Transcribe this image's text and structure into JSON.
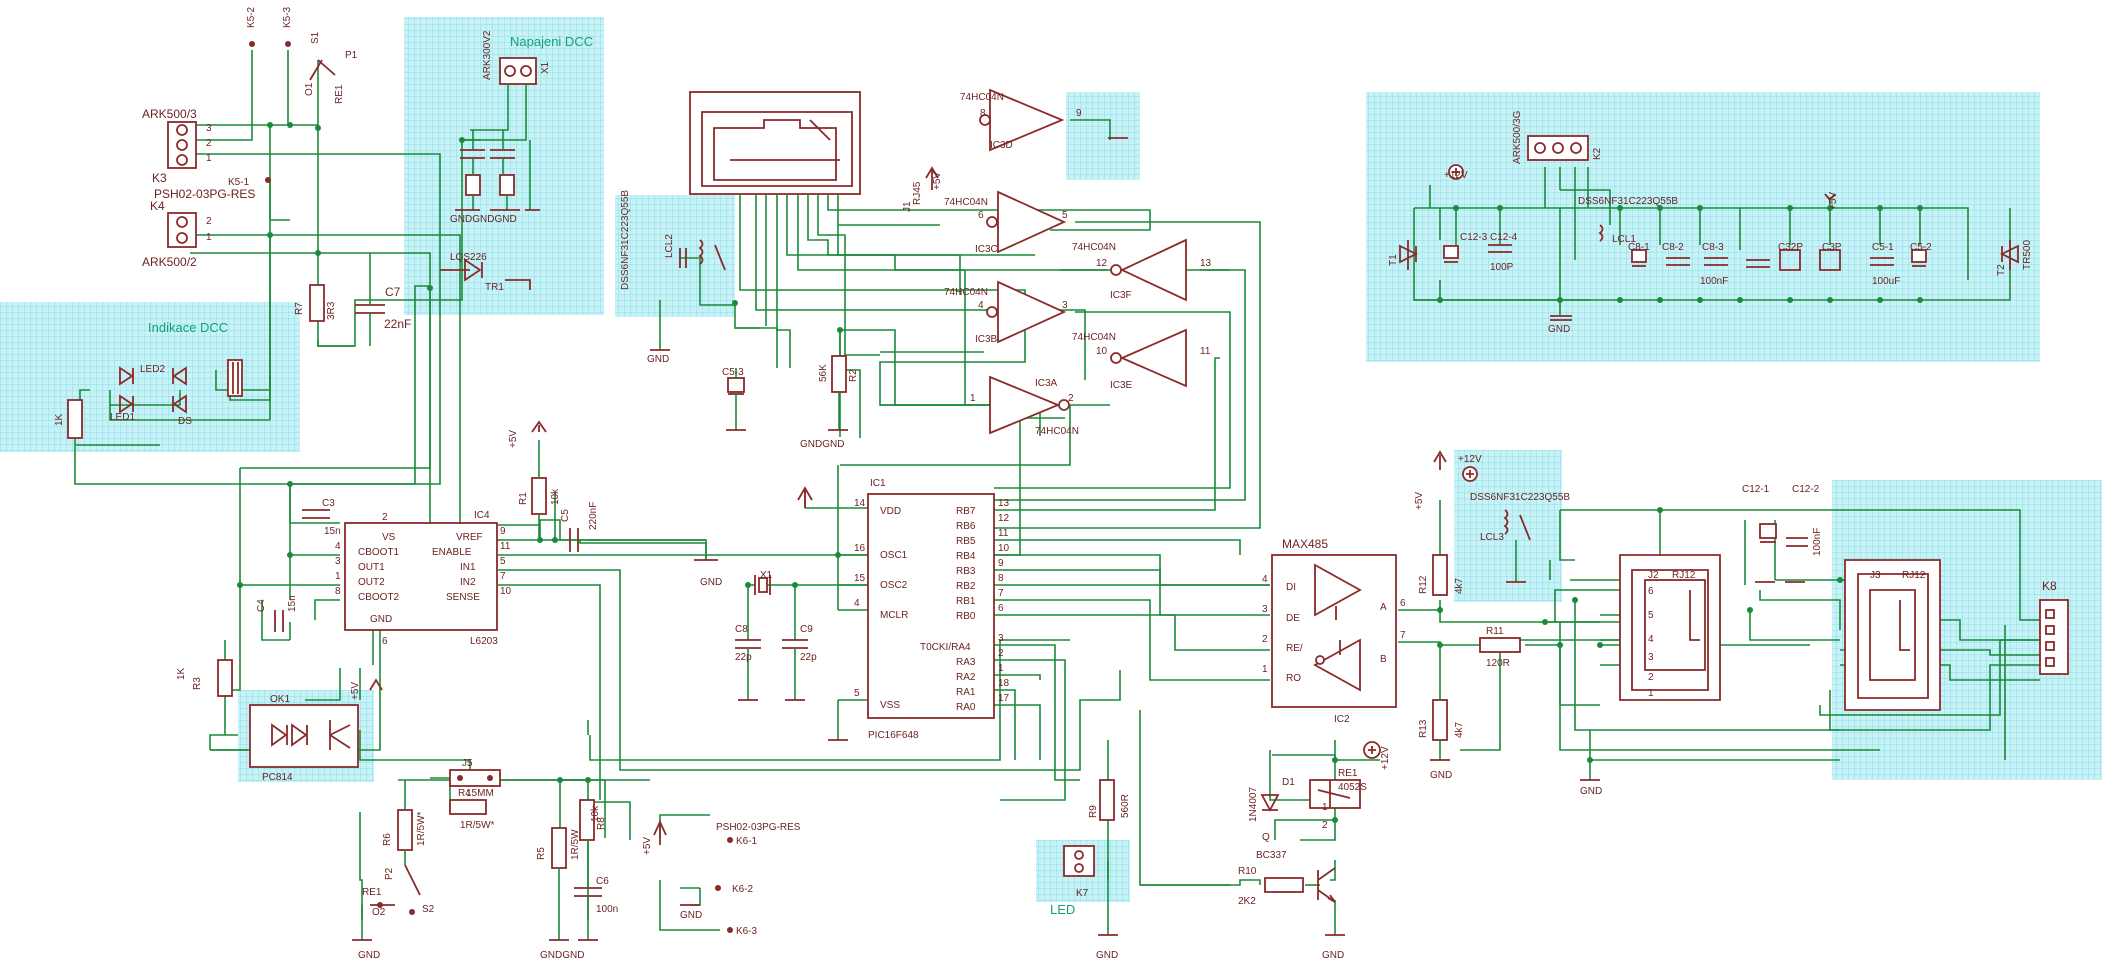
{
  "regions": [
    {
      "name": "napajeni-dcc",
      "label": "Napajeni DCC"
    },
    {
      "name": "indikace-dcc",
      "label": "Indikace DCC"
    },
    {
      "name": "rj45-area",
      "label": ""
    },
    {
      "name": "ic3d-area",
      "label": ""
    },
    {
      "name": "power-supply-area",
      "label": ""
    },
    {
      "name": "lcl3-area",
      "label": ""
    },
    {
      "name": "rj12-area",
      "label": ""
    },
    {
      "name": "k7-area",
      "label": "LED"
    },
    {
      "name": "ok1-area",
      "label": ""
    }
  ],
  "labels": {
    "k5_2": "K5-2",
    "k5_3": "K5-3",
    "s1": "S1",
    "p1": "P1",
    "o1": "O1",
    "re1_top": "RE1",
    "ark500_3": "ARK500/3",
    "k5_1": "K5-1",
    "psh_res": "PSH02-03PG-RES",
    "k3": "K3",
    "k4": "K4",
    "ark500_2": "ARK500/2",
    "r7": "R7",
    "r7v": "3R3",
    "c7": "C7",
    "c7v": "22nF",
    "ark300v2": "ARK300V2",
    "x1": "X1",
    "gnd_row": "GNDGNDGND",
    "lqs": "LQS226",
    "tr1": "TR1",
    "led2": "LED2",
    "led1": "LED1",
    "ds": "DS",
    "r_10k_a": "1K",
    "j1_rj45": "RJ45",
    "j1": "J1",
    "dss_a": "DSS6NF31C223Q55B",
    "lcl2": "LCL2",
    "gnd_a": "GND",
    "c5_3": "C5-3",
    "r2": "R2",
    "r2v": "56K",
    "gndgnd": "GNDGND",
    "ic3d": "IC3D",
    "ic3c": "IC3C",
    "ic3b": "IC3B",
    "ic3a": "IC3A",
    "ic3f": "IC3F",
    "ic3e": "IC3E",
    "hc04": "74HC04N",
    "ic1": "IC1",
    "ic1_part": "PIC16F648",
    "vdd": "VDD",
    "osc1": "OSC1",
    "osc2": "OSC2",
    "mclr": "MCLR",
    "vss": "VSS",
    "rb7": "RB7",
    "rb6": "RB6",
    "rb5": "RB5",
    "rb4": "RB4",
    "rb3": "RB3",
    "rb2": "RB2",
    "rb1": "RB1",
    "rb0": "RB0",
    "ra4": "T0CKI/RA4",
    "ra3": "RA3",
    "ra2": "RA2",
    "ra1": "RA1",
    "ra0": "RA0",
    "x1_xtal": "X1",
    "c8": "C8",
    "c9": "C9",
    "c22p": "22p",
    "ic4": "IC4",
    "ic4_part": "L6203",
    "vs": "VS",
    "cboot1": "CBOOT1",
    "out1": "OUT1",
    "out2": "OUT2",
    "cboot2": "CBOOT2",
    "gnd": "GND",
    "vref": "VREF",
    "enable": "ENABLE",
    "in1": "IN1",
    "in2": "IN2",
    "sense": "SENSE",
    "c3": "C3",
    "c4": "C4",
    "c15n": "15n",
    "c5": "C5",
    "c220": "220nF",
    "r1": "R1",
    "r1v": "10k",
    "r3": "R3",
    "r3v": "1K",
    "ok1": "OK1",
    "pc814": "PC814",
    "j5": "J5",
    "r4": "R4",
    "r4v": "1R/5W*",
    "r4t": "15MM",
    "r6": "R6",
    "r6v": "1R/5W*",
    "re1_b": "RE1",
    "o2": "O2",
    "p2": "P2",
    "s2": "S2",
    "r5": "R5",
    "r5v": "1R/5W",
    "r8": "R8",
    "r8v": "10k",
    "c6": "C6",
    "c6v": "100n",
    "psh_res2": "PSH02-03PG-RES",
    "k6_1": "K6-1",
    "k6_2": "K6-2",
    "k6_3": "K6-3",
    "r9": "R9",
    "r9v": "560R",
    "k7": "K7",
    "led": "LED",
    "max485": "MAX485",
    "ic2": "IC2",
    "di": "DI",
    "de": "DE",
    "re": "RE/",
    "ro": "RO",
    "a": "A",
    "b": "B",
    "r12": "R12",
    "r12v": "4k7",
    "r11": "R11",
    "r11v": "120R",
    "r13": "R13",
    "r13v": "4k7",
    "d1": "D1",
    "d1v": "1N4007",
    "q": "Q",
    "bc337": "BC337",
    "re1r": "RE1",
    "re1rv": "4052S",
    "r10": "R10",
    "r10v": "2K2",
    "plus12": "+12V",
    "plus5": "+5V",
    "dss_b": "DSS6NF31C223Q55B",
    "lcl3": "LCL3",
    "c12_1": "C12-1",
    "c12_2": "C12-2",
    "c12_2v": "100nF",
    "j2": "J2",
    "rj12": "RJ12",
    "j3": "J3",
    "k8": "K8",
    "ark500_3g": "ARK500/3G",
    "k2": "K2",
    "dss_c": "DSS6NF31C223Q55B",
    "lcl1": "LCL1",
    "t1": "T1",
    "c12_3": "C12-3",
    "c12_4": "C12-4",
    "c100p": "100P",
    "c8_1": "C8-1",
    "c8_2": "C8-2",
    "c8_3": "C8-3",
    "c100nf": "100nF",
    "c32p": "C32P",
    "c3p": "C3P",
    "c5_1": "C5-1",
    "c5_2": "C5-2",
    "c100u": "100uF",
    "t2": "T2",
    "tr500": "TR500"
  }
}
